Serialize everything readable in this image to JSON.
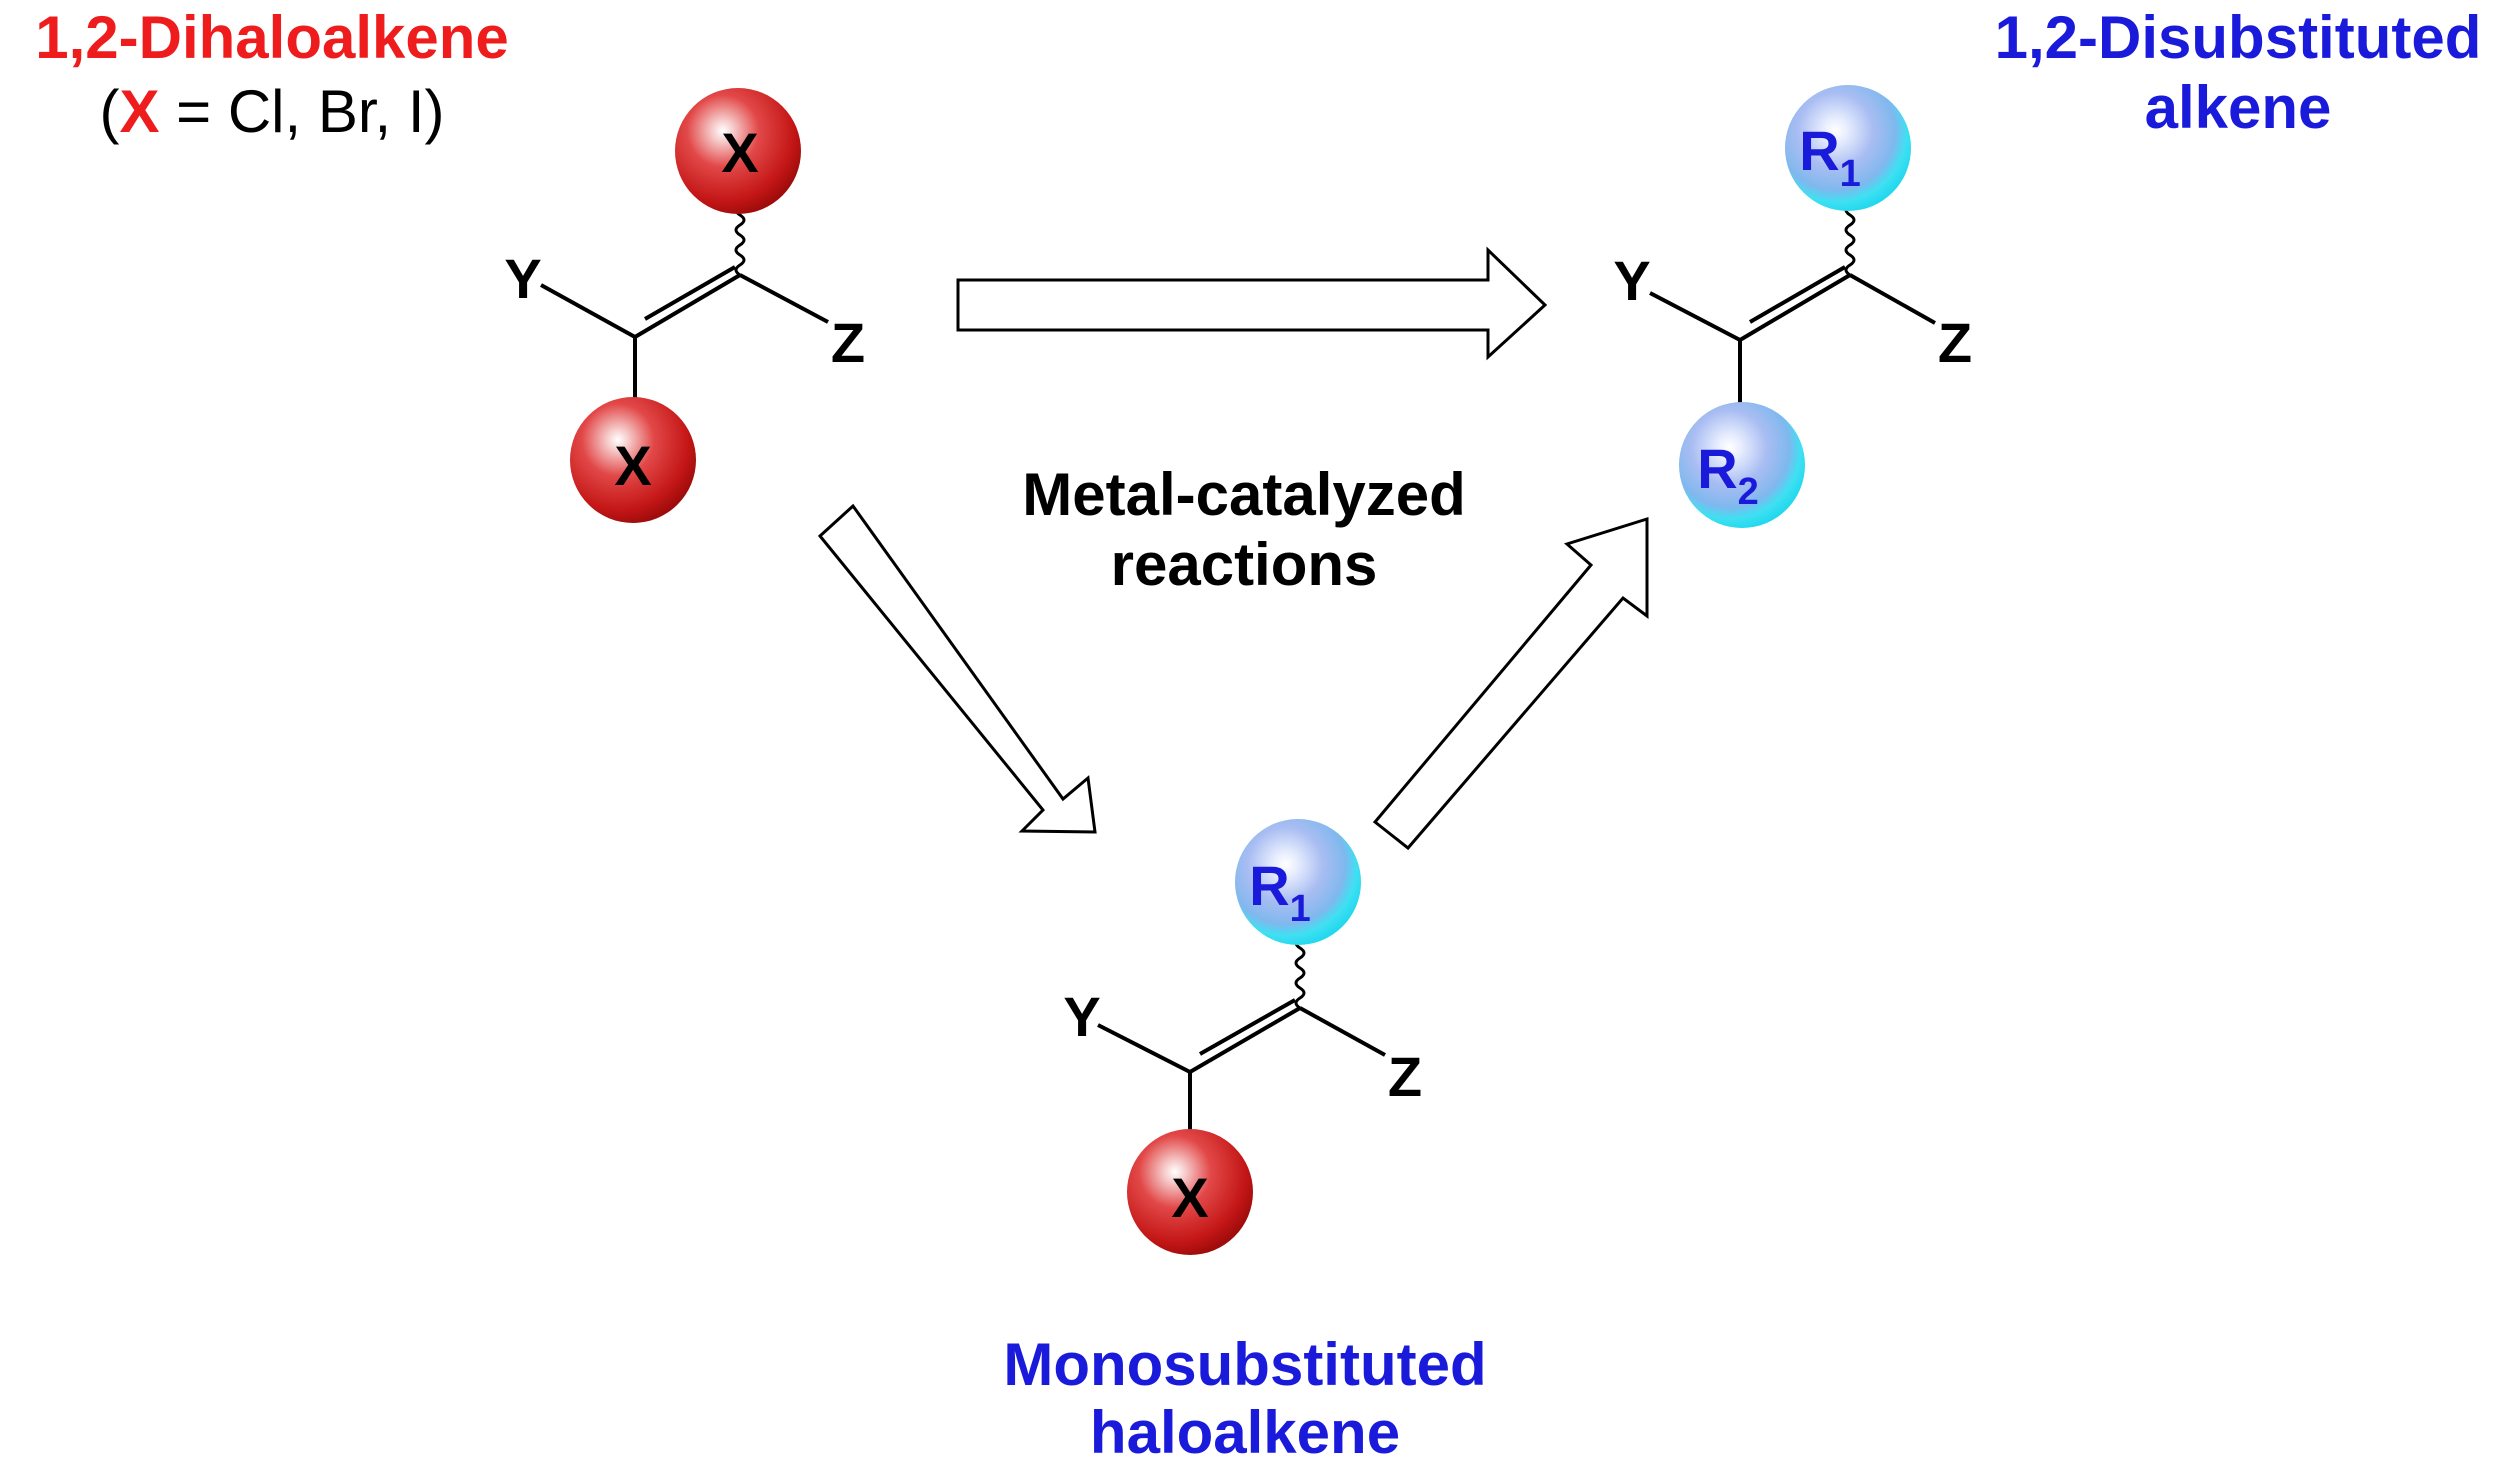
{
  "colors": {
    "halogen": "#ee1c1c",
    "substituent": "#1a1adb",
    "halogen_ball": "#d92020",
    "substituent_ball": "#33e6f2",
    "bond": "#000000",
    "arrow_fill": "#ffffff",
    "arrow_stroke": "#000000"
  },
  "icons": {
    "halogen_ball": "red-sphere-icon",
    "substituent_ball": "cyan-sphere-icon",
    "reaction_arrow": "open-block-arrow-icon"
  },
  "starting_material": {
    "title": "1,2-Dihaloalkene",
    "note_open": "(",
    "note_x": "X",
    "note_rest": " = Cl, Br, I)",
    "x_top": "X",
    "x_bottom": "X",
    "y": "Y",
    "z": "Z"
  },
  "product": {
    "title_line1": "1,2-Disubstituted",
    "title_line2": "alkene",
    "r_top": "R",
    "r_top_sub": "1",
    "r_bottom": "R",
    "r_bottom_sub": "2",
    "y": "Y",
    "z": "Z"
  },
  "intermediate": {
    "title_line1": "Monosubstituted",
    "title_line2": "haloalkene",
    "r_top": "R",
    "r_top_sub": "1",
    "x_bottom": "X",
    "y": "Y",
    "z": "Z"
  },
  "center_label": {
    "line1": "Metal-catalyzed",
    "line2": "reactions"
  }
}
